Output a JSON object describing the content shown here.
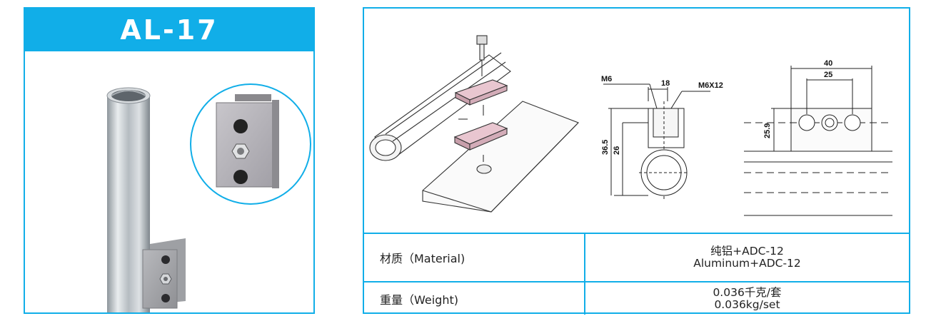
{
  "product": {
    "title": "AL-17"
  },
  "drawing": {
    "labels": {
      "bolt": "M6",
      "width_inner": "18",
      "bolt_len": "M6X12",
      "height_total": "36.5",
      "height_inner": "26",
      "width_total": "40",
      "hole_pitch": "25",
      "side_height": "25.9"
    }
  },
  "specs": {
    "material": {
      "label": "材质（Material)",
      "value_cn": "纯铝+ADC-12",
      "value_en": "Aluminum+ADC-12"
    },
    "weight": {
      "label": "重量（Weight)",
      "value_cn": "0.036千克/套",
      "value_en": "0.036kg/set"
    }
  },
  "colors": {
    "accent": "#11aee8"
  }
}
